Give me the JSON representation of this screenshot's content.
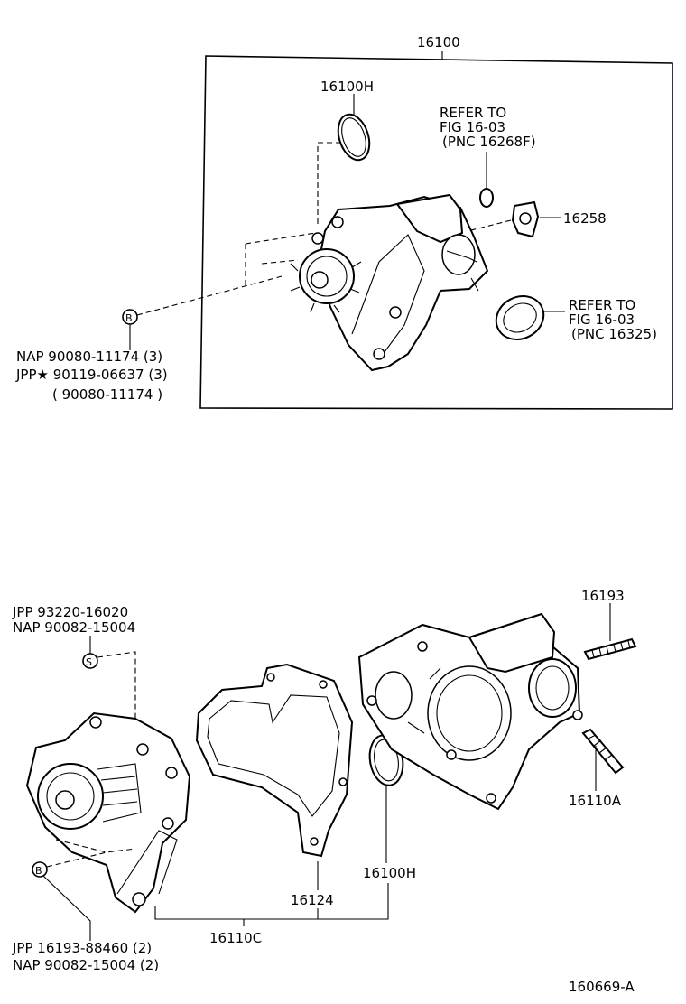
{
  "labels": {
    "assembly": "16100",
    "oring_top": "16100H",
    "refer1_line1": "REFER TO",
    "refer1_line2": "FIG 16-03",
    "refer1_line3": "(PNC 16268F)",
    "gasket_small": "16258",
    "refer2_line1": "REFER TO",
    "refer2_line2": "FIG 16-03",
    "refer2_line3": "(PNC 16325)",
    "bolt_b_top_nap": "NAP  90080-11174 (3)",
    "bolt_b_top_jpp": "JPP★ 90119-06637 (3)",
    "bolt_b_top_alt": "( 90080-11174 )",
    "stud_s_jpp": "JPP 93220-16020",
    "stud_s_nap": "NAP 90082-15004",
    "stud_193": "16193",
    "stud_110a": "16110A",
    "oring_bottom": "16100H",
    "gasket_124": "16124",
    "kit_110c": "16110C",
    "bolt_b_bot_jpp": "JPP  16193-88460 (2)",
    "bolt_b_bot_nap": "NAP  90082-15004 (2)",
    "figure_id": "160669-A"
  },
  "markers": {
    "b_letter": "B",
    "s_letter": "S"
  }
}
